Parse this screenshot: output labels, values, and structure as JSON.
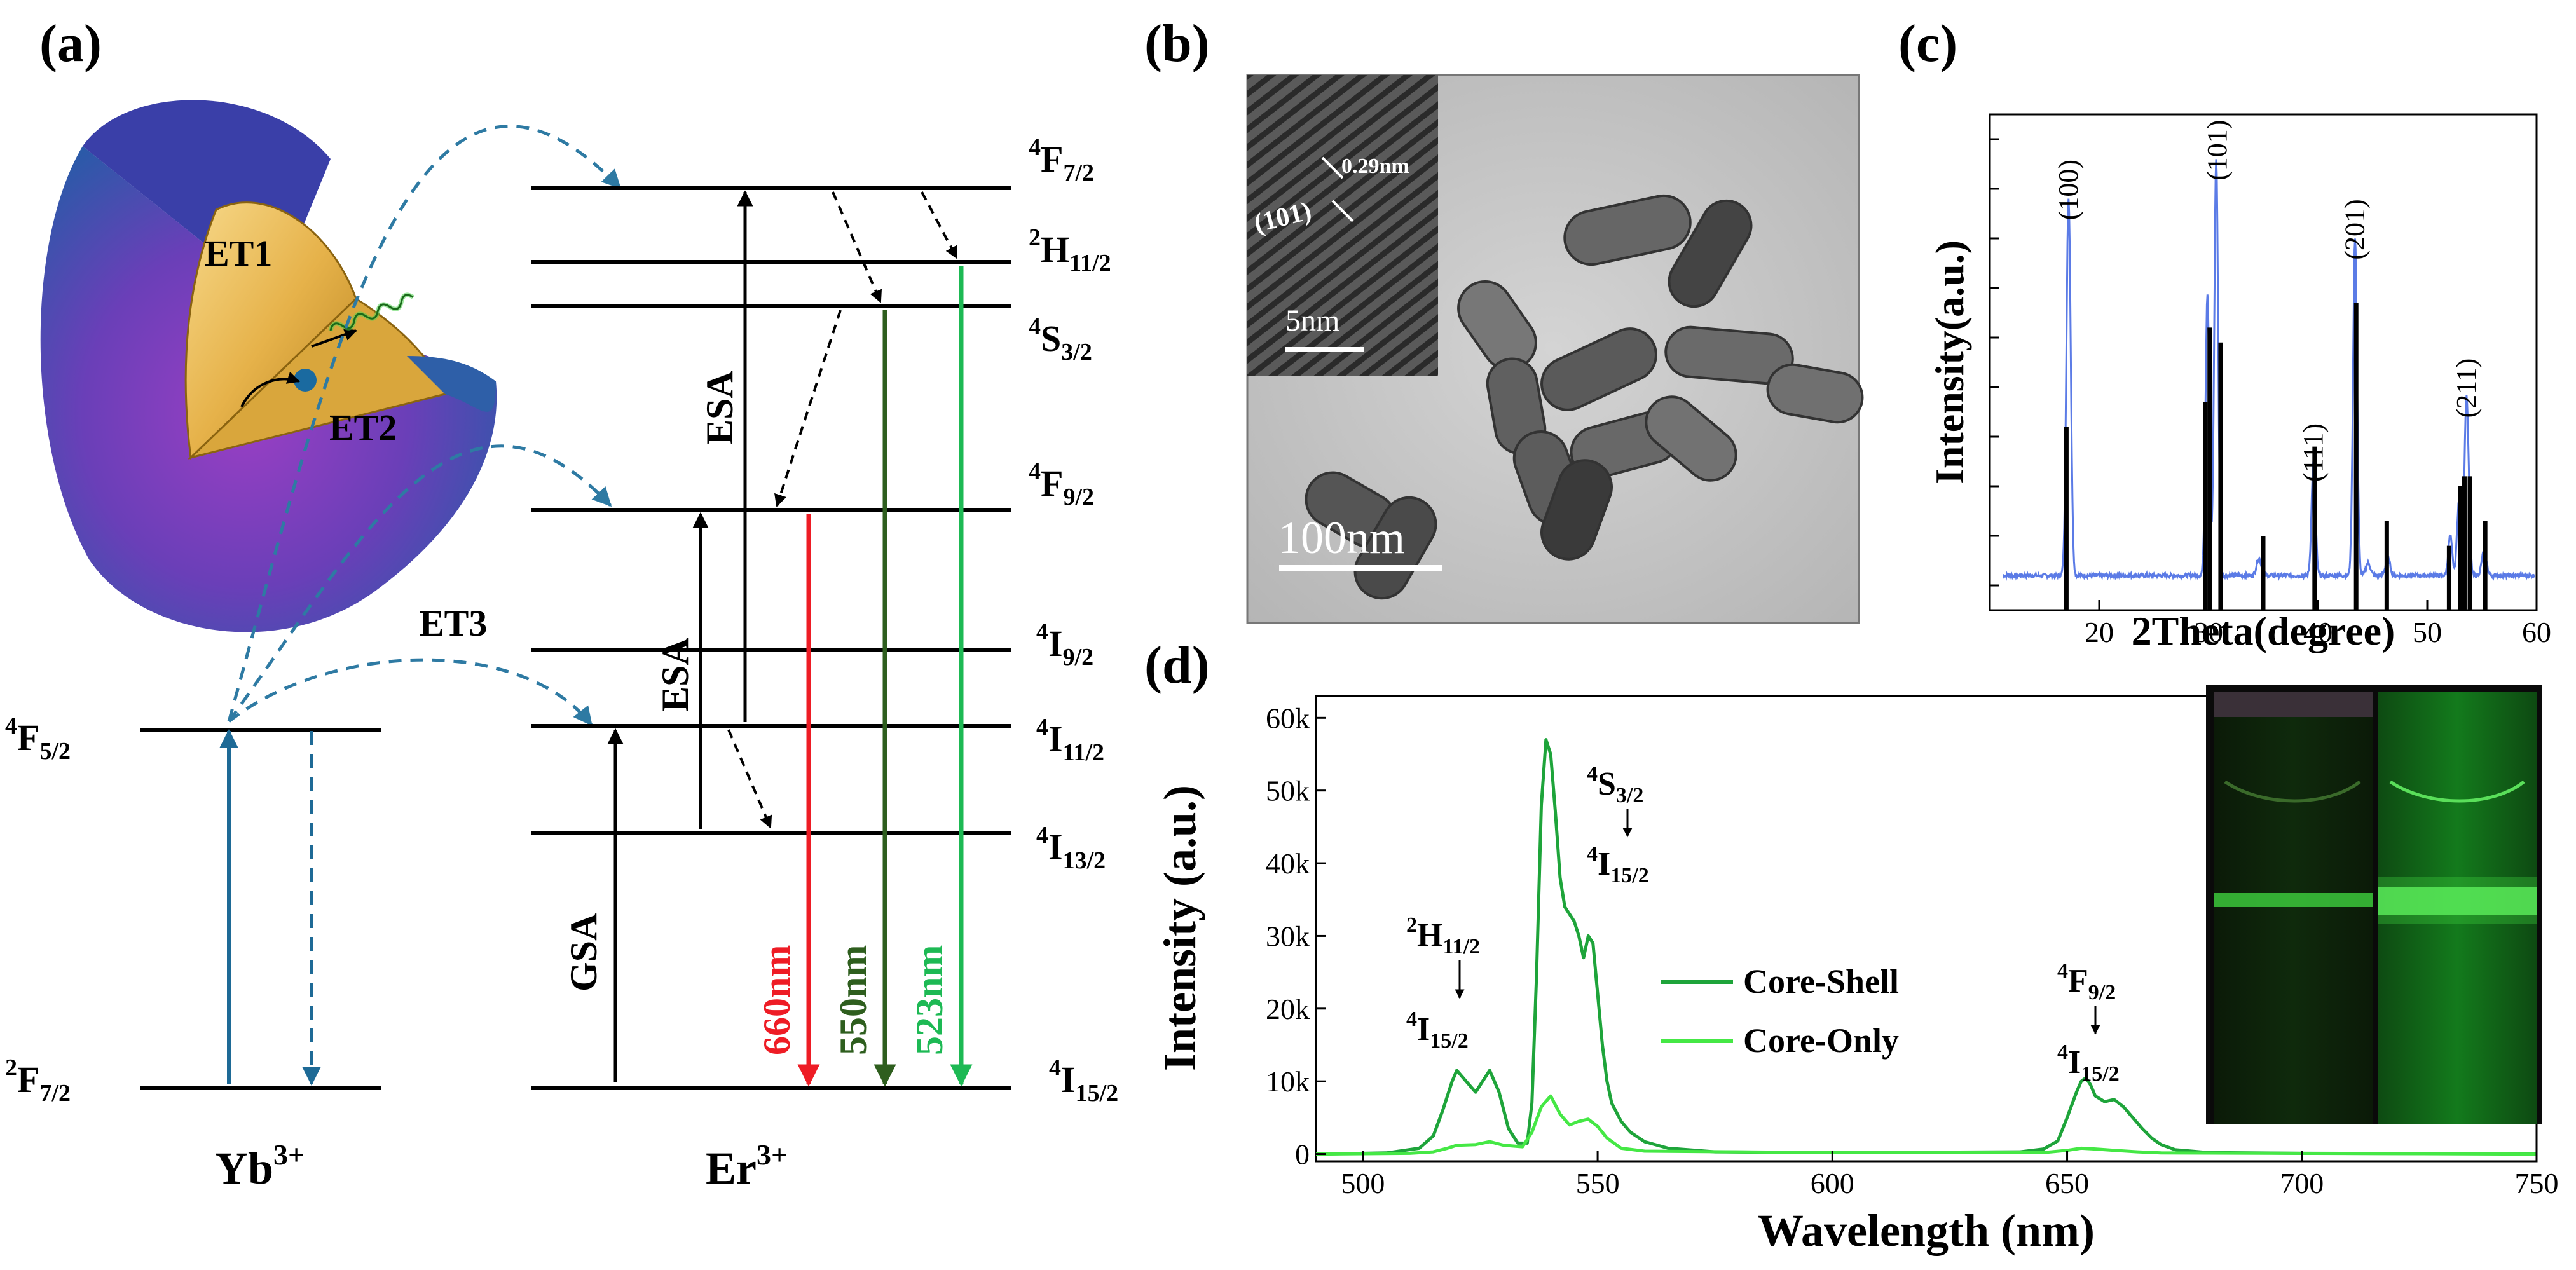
{
  "panels": {
    "a": {
      "label": "(a)",
      "ions": {
        "yb": "Yb",
        "yb_sup": "3+",
        "er": "Er",
        "er_sup": "3+"
      },
      "yb_levels": [
        {
          "sup": "4",
          "main": "F",
          "sub": "5/2"
        },
        {
          "sup": "2",
          "main": "F",
          "sub": "7/2"
        }
      ],
      "er_levels": [
        {
          "sup": "4",
          "main": "F",
          "sub": "7/2"
        },
        {
          "sup": "2",
          "main": "H",
          "sub": "11/2"
        },
        {
          "sup": "4",
          "main": "S",
          "sub": "3/2"
        },
        {
          "sup": "4",
          "main": "F",
          "sub": "9/2"
        },
        {
          "sup": "4",
          "main": "I",
          "sub": "9/2"
        },
        {
          "sup": "4",
          "main": "I",
          "sub": "11/2"
        },
        {
          "sup": "4",
          "main": "I",
          "sub": "13/2"
        },
        {
          "sup": "4",
          "main": "I",
          "sub": "15/2"
        }
      ],
      "transfers": [
        "ET1",
        "ET2",
        "ET3"
      ],
      "processes": {
        "gsa": "GSA",
        "esa1": "ESA",
        "esa2": "ESA"
      },
      "emissions": [
        {
          "label": "660nm",
          "color": "#ee1c25"
        },
        {
          "label": "550nm",
          "color": "#2e5e1e"
        },
        {
          "label": "523nm",
          "color": "#1db954"
        }
      ],
      "colors": {
        "arrow_blue": "#2e7aa3",
        "yb_arrow": "#1e6a96"
      }
    },
    "b": {
      "label": "(b)",
      "inset_scale": "5nm",
      "lattice_plane": "(101)",
      "lattice_spacing": "0.29nm",
      "scale_bar": "100nm"
    },
    "c": {
      "label": "(c)"
    },
    "d": {
      "label": "(d)",
      "annotations": [
        {
          "upper_sup": "2",
          "upper_main": "H",
          "upper_sub": "11/2",
          "lower_sup": "4",
          "lower_main": "I",
          "lower_sub": "15/2"
        },
        {
          "upper_sup": "4",
          "upper_main": "S",
          "upper_sub": "3/2",
          "lower_sup": "4",
          "lower_main": "I",
          "lower_sub": "15/2"
        },
        {
          "upper_sup": "4",
          "upper_main": "F",
          "upper_sub": "9/2",
          "lower_sup": "4",
          "lower_main": "I",
          "lower_sub": "15/2"
        }
      ]
    }
  },
  "chart_data": [
    {
      "type": "line",
      "panel": "c",
      "xlabel": "2Theta(degree)",
      "ylabel": "Intensity(a.u.)",
      "xlim": [
        10,
        60
      ],
      "xticks": [
        20,
        30,
        40,
        50,
        60
      ],
      "ylim": [
        0,
        1
      ],
      "yticks_labeled": false,
      "peak_labels": [
        {
          "text": "(100)",
          "x": 17.2
        },
        {
          "text": "(101)",
          "x": 30.8
        },
        {
          "text": "(111)",
          "x": 39.6
        },
        {
          "text": "(201)",
          "x": 43.4
        },
        {
          "text": "(211)",
          "x": 53.6
        }
      ],
      "series": [
        {
          "style": "line",
          "color": "#5b7be6",
          "baseline": 0.07,
          "peaks": [
            {
              "x": 17.2,
              "h": 0.76,
              "w": 0.28
            },
            {
              "x": 29.9,
              "h": 0.57,
              "w": 0.25
            },
            {
              "x": 30.7,
              "h": 0.84,
              "w": 0.25
            },
            {
              "x": 34.6,
              "h": 0.035,
              "w": 0.3
            },
            {
              "x": 39.6,
              "h": 0.23,
              "w": 0.25
            },
            {
              "x": 43.4,
              "h": 0.68,
              "w": 0.26
            },
            {
              "x": 44.6,
              "h": 0.025,
              "w": 0.3
            },
            {
              "x": 46.4,
              "h": 0.035,
              "w": 0.3
            },
            {
              "x": 52.1,
              "h": 0.08,
              "w": 0.25
            },
            {
              "x": 52.9,
              "h": 0.15,
              "w": 0.25
            },
            {
              "x": 53.6,
              "h": 0.36,
              "w": 0.28
            },
            {
              "x": 55.2,
              "h": 0.05,
              "w": 0.3
            }
          ]
        },
        {
          "style": "stick",
          "color": "#000000",
          "x": [
            17.0,
            29.7,
            30.1,
            31.1,
            35.0,
            39.7,
            43.5,
            46.3,
            52.0,
            53.0,
            53.4,
            53.9,
            55.3
          ],
          "values": [
            0.37,
            0.42,
            0.57,
            0.54,
            0.15,
            0.33,
            0.62,
            0.18,
            0.13,
            0.25,
            0.27,
            0.27,
            0.18
          ]
        }
      ]
    },
    {
      "type": "line",
      "panel": "d",
      "xlabel": "Wavelength (nm)",
      "ylabel": "Intensity (a.u.)",
      "xlim": [
        490,
        750
      ],
      "xticks": [
        500,
        550,
        600,
        650,
        700,
        750
      ],
      "ylim": [
        -1000,
        63000
      ],
      "yticks": [
        0,
        10000,
        20000,
        30000,
        40000,
        50000,
        60000
      ],
      "ytick_labels": [
        "0",
        "10k",
        "20k",
        "30k",
        "40k",
        "50k",
        "60k"
      ],
      "legend_position": "center",
      "series": [
        {
          "name": "Core-Shell",
          "color": "#1ea43a",
          "x": [
            490,
            505,
            512,
            515,
            517,
            519,
            520,
            522,
            524,
            526,
            527,
            529,
            531,
            533,
            535,
            536,
            537,
            538,
            539,
            540,
            541,
            542,
            543,
            544,
            545,
            546,
            547,
            548,
            549,
            550,
            551,
            552,
            553,
            555,
            557,
            560,
            565,
            575,
            600,
            640,
            645,
            648,
            650,
            652,
            653,
            654,
            655,
            656,
            658,
            660,
            662,
            664,
            666,
            668,
            670,
            673,
            680,
            700,
            750
          ],
          "values": [
            0,
            150,
            800,
            2500,
            6000,
            10000,
            11500,
            10000,
            8500,
            10500,
            11500,
            8500,
            3500,
            1500,
            1500,
            7000,
            25000,
            48000,
            57000,
            55000,
            47000,
            38000,
            34000,
            33000,
            32000,
            30000,
            27000,
            30000,
            29000,
            22000,
            15000,
            10000,
            7000,
            4500,
            3000,
            1700,
            800,
            300,
            200,
            300,
            700,
            1800,
            5000,
            8500,
            10000,
            10500,
            9500,
            8000,
            7200,
            7500,
            6500,
            5000,
            3500,
            2200,
            1300,
            600,
            200,
            100,
            50
          ]
        },
        {
          "name": "Core-Only",
          "color": "#45e845",
          "x": [
            490,
            510,
            515,
            518,
            520,
            524,
            527,
            530,
            534,
            536,
            538,
            540,
            542,
            544,
            546,
            548,
            550,
            552,
            555,
            560,
            600,
            645,
            650,
            653,
            656,
            660,
            665,
            670,
            750
          ],
          "values": [
            0,
            100,
            300,
            800,
            1200,
            1300,
            1700,
            1200,
            1000,
            3000,
            6500,
            8000,
            5500,
            4000,
            4500,
            4800,
            3800,
            2200,
            800,
            400,
            200,
            200,
            500,
            800,
            700,
            500,
            300,
            150,
            0
          ]
        }
      ]
    }
  ]
}
